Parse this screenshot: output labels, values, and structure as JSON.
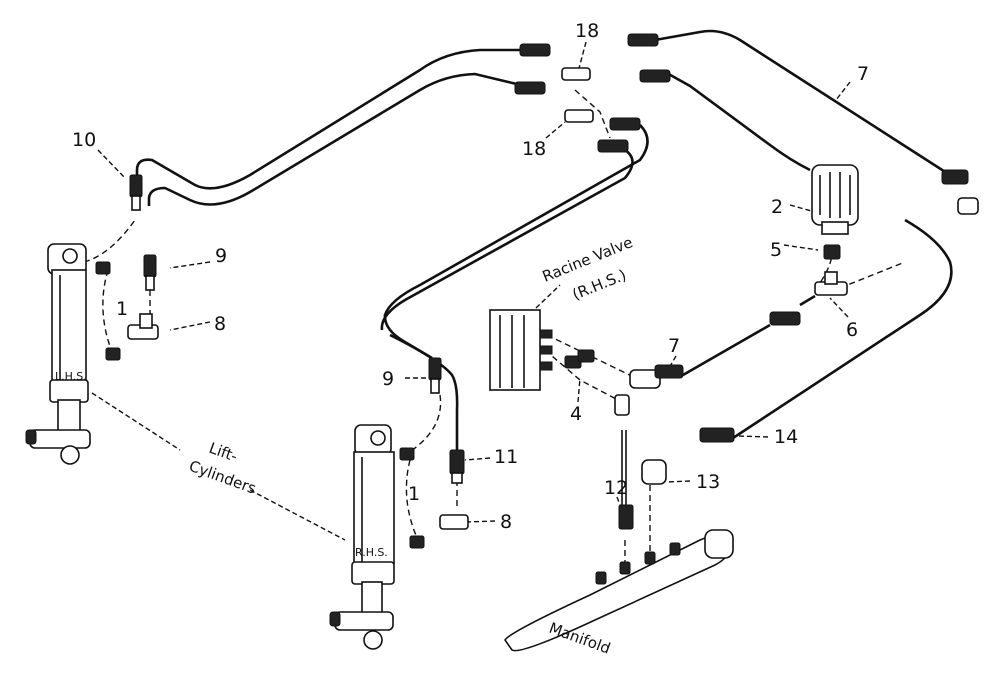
{
  "callouts": {
    "c1_top": "1",
    "c1_bottom": "1",
    "c2": "2",
    "c4": "4",
    "c5": "5",
    "c6": "6",
    "c7_top": "7",
    "c7_mid": "7",
    "c8_left": "8",
    "c8_right": "8",
    "c9_left": "9",
    "c9_mid": "9",
    "c10": "10",
    "c11": "11",
    "c12": "12",
    "c13": "13",
    "c14": "14",
    "c18_top": "18",
    "c18_bottom": "18"
  },
  "labels": {
    "racine_valve_line1": "Racine Valve",
    "racine_valve_line2": "(R.H.S.)",
    "lift_line1": "Lift-",
    "lift_line2": "Cylinders",
    "manifold": "Manifold",
    "lhs": "L.H.S.",
    "rhs": "R.H.S."
  }
}
